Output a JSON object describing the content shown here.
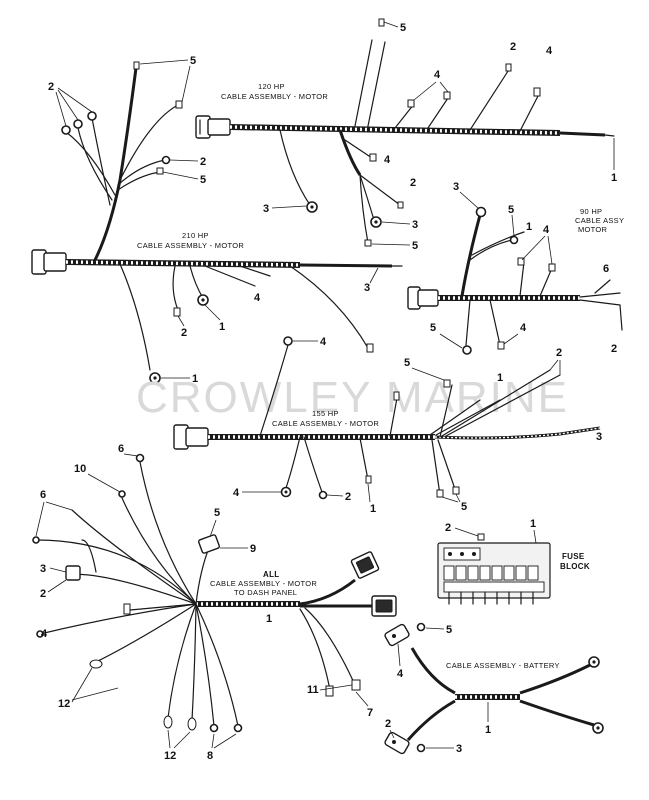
{
  "watermark": "CROWLEY MARINE",
  "assemblies": {
    "hp120": {
      "line1": "120 HP",
      "line2": "CABLE ASSEMBLY - MOTOR"
    },
    "hp210": {
      "line1": "210 HP",
      "line2": "CABLE ASSEMBLY - MOTOR"
    },
    "hp90": {
      "line1": "90 HP",
      "line2": "CABLE ASSY",
      "line3": "MOTOR"
    },
    "hp155": {
      "line1": "155 HP",
      "line2": "CABLE ASSEMBLY - MOTOR"
    },
    "dash": {
      "line1": "ALL",
      "line2": "CABLE ASSEMBLY - MOTOR",
      "line3": "TO DASH PANEL"
    },
    "fuse": {
      "line1": "FUSE",
      "line2": "BLOCK"
    },
    "battery": {
      "line1": "CABLE ASSEMBLY - BATTERY"
    }
  },
  "callouts": {
    "c120": [
      "5",
      "2",
      "4",
      "4",
      "4",
      "2",
      "3",
      "3",
      "5",
      "1"
    ],
    "c210": [
      "2",
      "5",
      "2",
      "5",
      "4",
      "1",
      "2",
      "3",
      "1"
    ],
    "c90": [
      "3",
      "5",
      "1",
      "4",
      "6",
      "5",
      "4",
      "2"
    ],
    "c155": [
      "4",
      "5",
      "1",
      "2",
      "4",
      "2",
      "1",
      "5",
      "3"
    ],
    "cdash": [
      "6",
      "10",
      "6",
      "5",
      "9",
      "3",
      "2",
      "1",
      "4",
      "12",
      "11",
      "7",
      "12",
      "8"
    ],
    "cfuse": [
      "2",
      "1"
    ],
    "cbatt": [
      "5",
      "4",
      "1",
      "2",
      "3"
    ]
  }
}
